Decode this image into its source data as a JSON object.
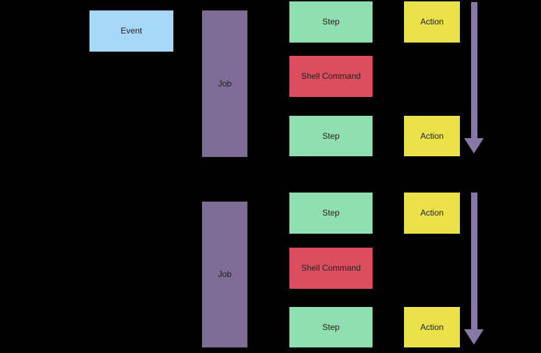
{
  "colors": {
    "canvas-bg": "#000000",
    "node-text": "#1F1F1F",
    "event-fill": "#A8D8F7",
    "job-fill": "#7D6C96",
    "step-fill": "#90DFB0",
    "shell-fill": "#DB4E5E",
    "action-fill": "#EBE24A",
    "arrow-fill": "#8878A6"
  },
  "nodes": {
    "event": {
      "label": "Event"
    },
    "job1": {
      "label": "Job"
    },
    "job2": {
      "label": "Job"
    },
    "step1": {
      "label": "Step"
    },
    "shell1": {
      "label": "Shell Command"
    },
    "step2": {
      "label": "Step"
    },
    "action1": {
      "label": "Action"
    },
    "action2": {
      "label": "Action"
    },
    "step3": {
      "label": "Step"
    },
    "shell2": {
      "label": "Shell Command"
    },
    "step4": {
      "label": "Step"
    },
    "action3": {
      "label": "Action"
    },
    "action4": {
      "label": "Action"
    }
  }
}
